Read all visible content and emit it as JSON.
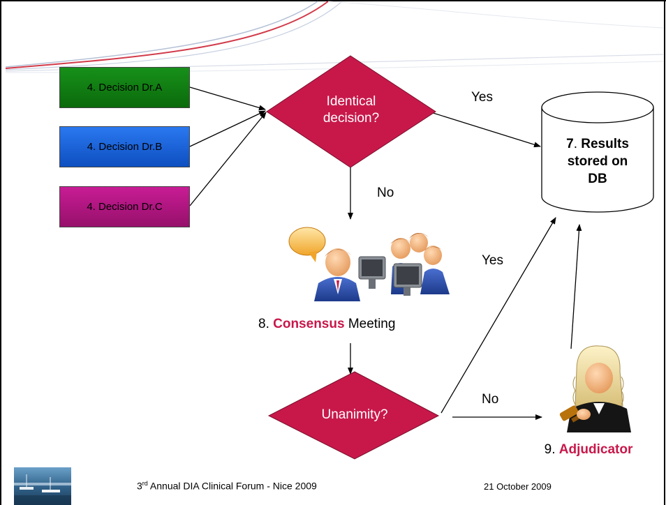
{
  "colors": {
    "diamond": "#c8184a",
    "box_a": "#0f7a0f",
    "box_b": "#1660d8",
    "box_c": "#b0157f",
    "highlight": "#c8184a"
  },
  "decisions": {
    "a": "4. Decision Dr.A",
    "b": "4. Decision Dr.B",
    "c": "4. Decision Dr.C"
  },
  "identical": {
    "line1": "Identical",
    "line2": "decision?"
  },
  "labels": {
    "yes_top": "Yes",
    "no_mid": "No",
    "yes_mid": "Yes",
    "no_bottom": "No"
  },
  "db": {
    "line1_num": "7",
    "line1_sep": ". ",
    "line1_text": "Results",
    "line2": "stored on",
    "line3": "DB"
  },
  "consensus": {
    "prefix": "8. ",
    "highlight": "Consensus",
    "suffix": " Meeting"
  },
  "unanimity": "Unanimity?",
  "adjudicator": {
    "prefix": "9. ",
    "highlight": "Adjudicator"
  },
  "footer": {
    "forum_num": "3",
    "forum_sup": "rd",
    "forum_text": " Annual DIA Clinical Forum - Nice 2009",
    "date": "21 October 2009"
  },
  "icons": {
    "meeting": "people-meeting-icon",
    "judge": "judge-icon",
    "logo": "harbor-photo-icon",
    "database": "database-cylinder-icon"
  }
}
